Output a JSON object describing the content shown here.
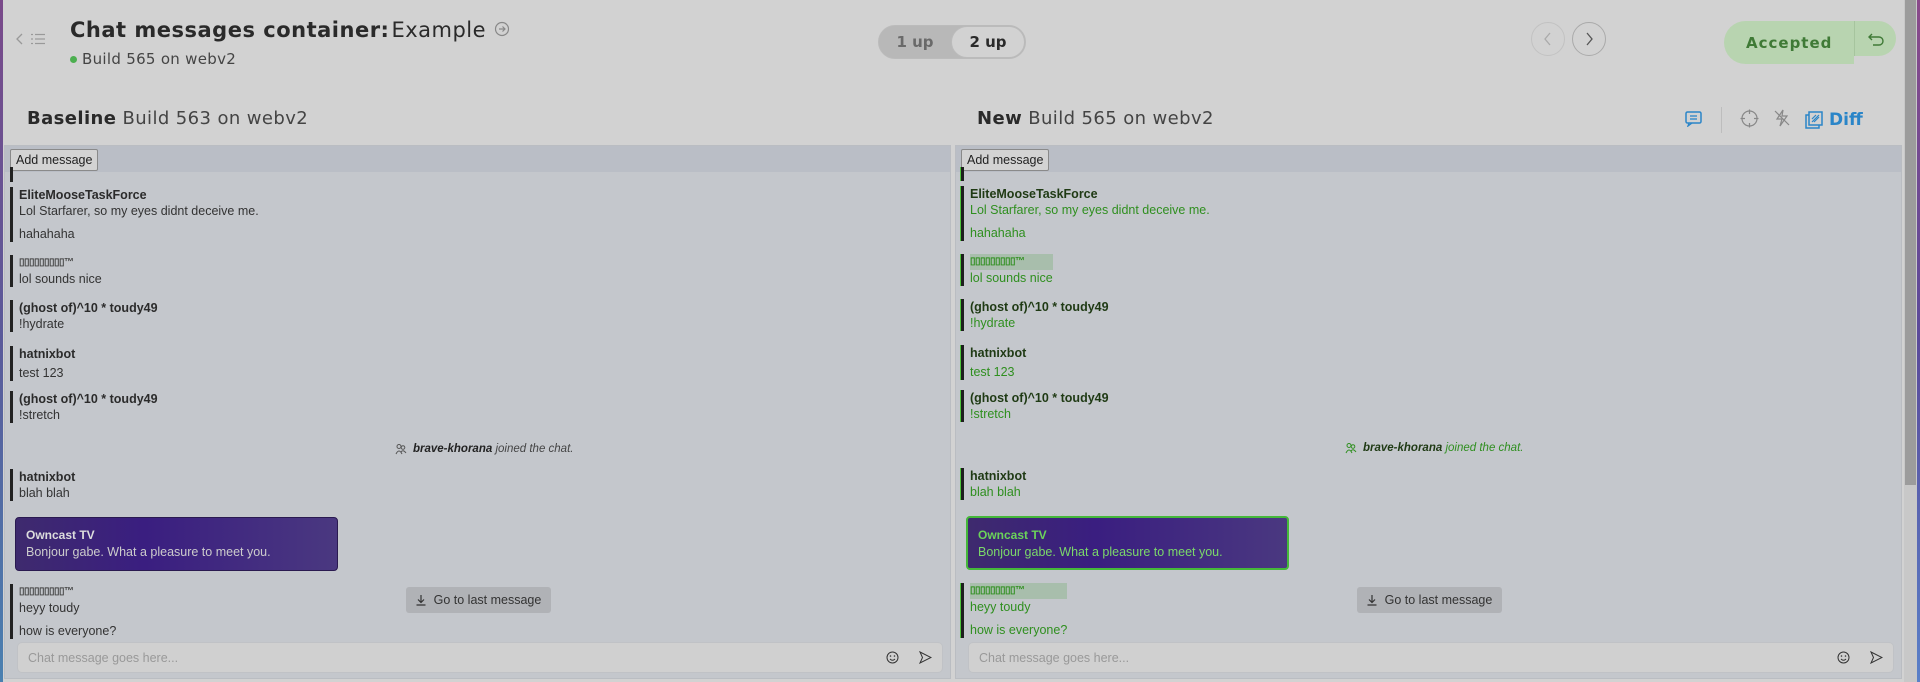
{
  "header": {
    "component": "Chat messages container",
    "separator": ":",
    "story": "Example",
    "build_status": "Build 565 on webv2",
    "status_color": "#4caf50",
    "view_modes": [
      {
        "label": "1 up",
        "active": false
      },
      {
        "label": "2 up",
        "active": true
      }
    ],
    "review_state": "Accepted",
    "icons": {
      "back": "chevron-left-icon",
      "list": "list-icon",
      "go": "arrow-circle-right-icon",
      "prev": "chevron-left-icon",
      "next": "chevron-right-icon",
      "undo": "undo-icon"
    }
  },
  "panes": {
    "baseline": {
      "label": "Baseline",
      "build": "Build 563 on webv2"
    },
    "new": {
      "label": "New",
      "build": "Build 565 on webv2"
    }
  },
  "view_tools": {
    "diff_label": "Diff",
    "accent": "#2a85c8",
    "icons": [
      "comments-icon",
      "crosshair-icon",
      "strobe-off-icon",
      "diff-icon"
    ]
  },
  "chat": {
    "add_message": "Add message",
    "messages": [
      {
        "user": "EliteMooseTaskForce",
        "lines": [
          "Lol Starfarer, so my eyes didnt deceive me.",
          "hahahaha"
        ]
      },
      {
        "user": "▯▯▯▯▯▯▯▯▯™",
        "lines": [
          "lol sounds nice"
        ]
      },
      {
        "user": "(ghost of)^10 * toudy49",
        "lines": [
          "!hydrate"
        ]
      },
      {
        "user": "hatnixbot",
        "lines": [
          "test 123"
        ]
      },
      {
        "user": "(ghost of)^10 * toudy49",
        "lines": [
          "!stretch"
        ]
      },
      {
        "user": "hatnixbot",
        "lines": [
          "blah blah"
        ]
      },
      {
        "user": "▯▯▯▯▯▯▯▯▯™",
        "lines": [
          "heyy toudy",
          "how is everyone?"
        ]
      }
    ],
    "join": {
      "user": "brave-khorana",
      "text": "joined the chat."
    },
    "system": {
      "user": "Owncast TV",
      "text": "Bonjour gabe. What a pleasure to meet you."
    },
    "go_to_last": "Go to last message",
    "input_placeholder": "Chat message goes here..."
  }
}
